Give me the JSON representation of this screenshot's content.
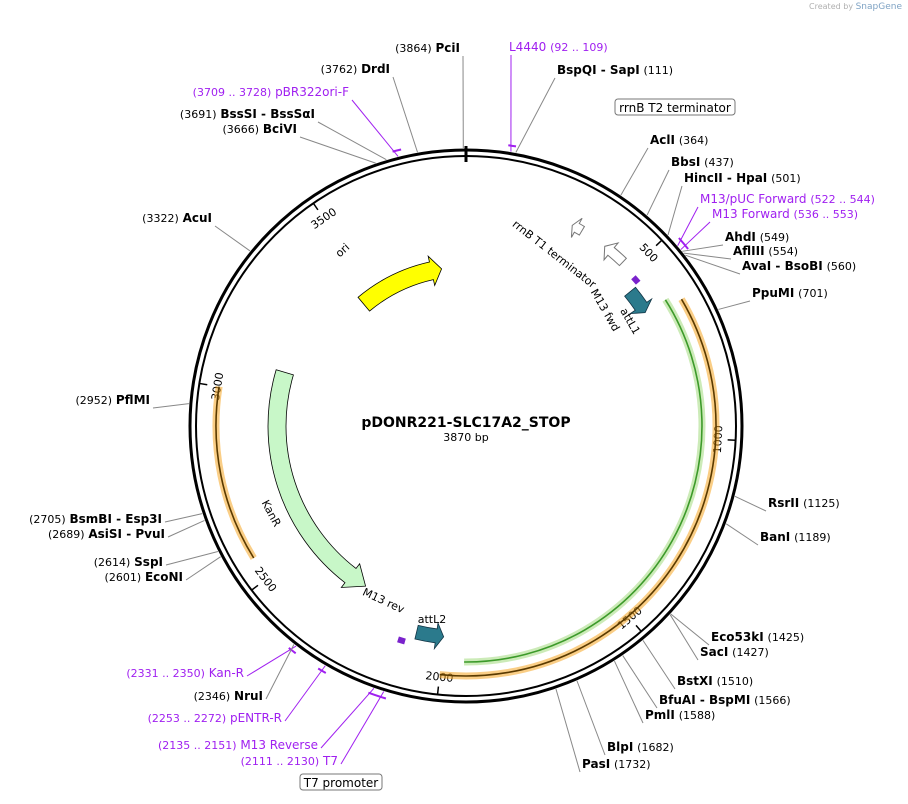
{
  "brand": {
    "created_by": "Created by",
    "logo_text": "SnapGene"
  },
  "plasmid": {
    "name": "pDONR221-SLC17A2_STOP",
    "length_label": "3870 bp",
    "length": 3870
  },
  "colors": {
    "enzyme": "#000000",
    "primer": "#a020f0",
    "ori": "#ffff00",
    "kanr": "#c8f7c8",
    "att": "#2b7a8c",
    "orf_orange": "#f5a623",
    "orf_green": "#3c9a2a",
    "backbone": "#000000"
  },
  "ticks": [
    {
      "pos": 500,
      "label": "500"
    },
    {
      "pos": 1000,
      "label": "1000"
    },
    {
      "pos": 1500,
      "label": "1500"
    },
    {
      "pos": 2000,
      "label": "2000"
    },
    {
      "pos": 2500,
      "label": "2500"
    },
    {
      "pos": 3000,
      "label": "3000"
    },
    {
      "pos": 3500,
      "label": "3500"
    }
  ],
  "features": [
    {
      "name": "ori",
      "label": "ori",
      "type": "arc-arrow",
      "color": "#ffff00"
    },
    {
      "name": "KanR",
      "label": "KanR",
      "type": "arc-arrow",
      "color": "#c8f7c8"
    },
    {
      "name": "rrnB T1 terminator",
      "label": "rrnB T1 terminator",
      "type": "terminator"
    },
    {
      "name": "rrnB T2 terminator",
      "label": "rrnB T2 terminator",
      "type": "terminator-boxed"
    },
    {
      "name": "M13 fwd",
      "label": "M13 fwd",
      "type": "primer-site"
    },
    {
      "name": "attL1",
      "label": "attL1",
      "type": "att-arrow"
    },
    {
      "name": "attL2",
      "label": "attL2",
      "type": "att-arrow"
    },
    {
      "name": "M13 rev",
      "label": "M13 rev",
      "type": "primer-site"
    },
    {
      "name": "T7 promoter",
      "label": "T7 promoter",
      "type": "promoter-boxed"
    }
  ],
  "labels": [
    {
      "id": "pcii",
      "pos": "(3864)",
      "name": "PciI",
      "kind": "enzyme"
    },
    {
      "id": "drdi",
      "pos": "(3762)",
      "name": "DrdI",
      "kind": "enzyme"
    },
    {
      "id": "pbr322",
      "pos": "(3709 .. 3728)",
      "name": "pBR322ori-F",
      "kind": "primer"
    },
    {
      "id": "bsssi",
      "pos": "(3691)",
      "name": "BssSI - BssSαI",
      "kind": "enzyme"
    },
    {
      "id": "bcivi",
      "pos": "(3666)",
      "name": "BciVI",
      "kind": "enzyme"
    },
    {
      "id": "acui",
      "pos": "(3322)",
      "name": "AcuI",
      "kind": "enzyme"
    },
    {
      "id": "pflmi",
      "pos": "(2952)",
      "name": "PflMI",
      "kind": "enzyme"
    },
    {
      "id": "bsmbi",
      "pos": "(2705)",
      "name": "BsmBI - Esp3I",
      "kind": "enzyme"
    },
    {
      "id": "asisi",
      "pos": "(2689)",
      "name": "AsiSI - PvuI",
      "kind": "enzyme"
    },
    {
      "id": "sspi",
      "pos": "(2614)",
      "name": "SspI",
      "kind": "enzyme"
    },
    {
      "id": "econi",
      "pos": "(2601)",
      "name": "EcoNI",
      "kind": "enzyme"
    },
    {
      "id": "kanr_p",
      "pos": "(2331 .. 2350)",
      "name": "Kan-R",
      "kind": "primer"
    },
    {
      "id": "nrui",
      "pos": "(2346)",
      "name": "NruI",
      "kind": "enzyme"
    },
    {
      "id": "pentr",
      "pos": "(2253 .. 2272)",
      "name": "pENTR-R",
      "kind": "primer"
    },
    {
      "id": "m13rev_p",
      "pos": "(2135 .. 2151)",
      "name": "M13 Reverse",
      "kind": "primer"
    },
    {
      "id": "t7_p",
      "pos": "(2111 .. 2130)",
      "name": "T7",
      "kind": "primer"
    },
    {
      "id": "l4440",
      "pos": "(92 .. 109)",
      "name": "L4440",
      "kind": "primer"
    },
    {
      "id": "bspqi",
      "pos": "(111)",
      "name": "BspQI - SapI",
      "kind": "enzyme"
    },
    {
      "id": "acli",
      "pos": "(364)",
      "name": "AclI",
      "kind": "enzyme"
    },
    {
      "id": "bbsi",
      "pos": "(437)",
      "name": "BbsI",
      "kind": "enzyme"
    },
    {
      "id": "hincii",
      "pos": "(501)",
      "name": "HincII - HpaI",
      "kind": "enzyme"
    },
    {
      "id": "m13puc",
      "pos": "(522 .. 544)",
      "name": "M13/pUC Forward",
      "kind": "primer"
    },
    {
      "id": "m13fwd_p",
      "pos": "(536 .. 553)",
      "name": "M13 Forward",
      "kind": "primer"
    },
    {
      "id": "ahdi",
      "pos": "(549)",
      "name": "AhdI",
      "kind": "enzyme"
    },
    {
      "id": "aflIII",
      "pos": "(554)",
      "name": "AflIII",
      "kind": "enzyme"
    },
    {
      "id": "avai",
      "pos": "(560)",
      "name": "AvaI - BsoBI",
      "kind": "enzyme"
    },
    {
      "id": "ppumi",
      "pos": "(701)",
      "name": "PpuMI",
      "kind": "enzyme"
    },
    {
      "id": "rsrii",
      "pos": "(1125)",
      "name": "RsrII",
      "kind": "enzyme"
    },
    {
      "id": "bani",
      "pos": "(1189)",
      "name": "BanI",
      "kind": "enzyme"
    },
    {
      "id": "eco53ki",
      "pos": "(1425)",
      "name": "Eco53kI",
      "kind": "enzyme"
    },
    {
      "id": "saci",
      "pos": "(1427)",
      "name": "SacI",
      "kind": "enzyme"
    },
    {
      "id": "bstxi",
      "pos": "(1510)",
      "name": "BstXI",
      "kind": "enzyme"
    },
    {
      "id": "bfuai",
      "pos": "(1566)",
      "name": "BfuAI - BspMI",
      "kind": "enzyme"
    },
    {
      "id": "pmli",
      "pos": "(1588)",
      "name": "PmlI",
      "kind": "enzyme"
    },
    {
      "id": "blpi",
      "pos": "(1682)",
      "name": "BlpI",
      "kind": "enzyme"
    },
    {
      "id": "pasi",
      "pos": "(1732)",
      "name": "PasI",
      "kind": "enzyme"
    }
  ]
}
